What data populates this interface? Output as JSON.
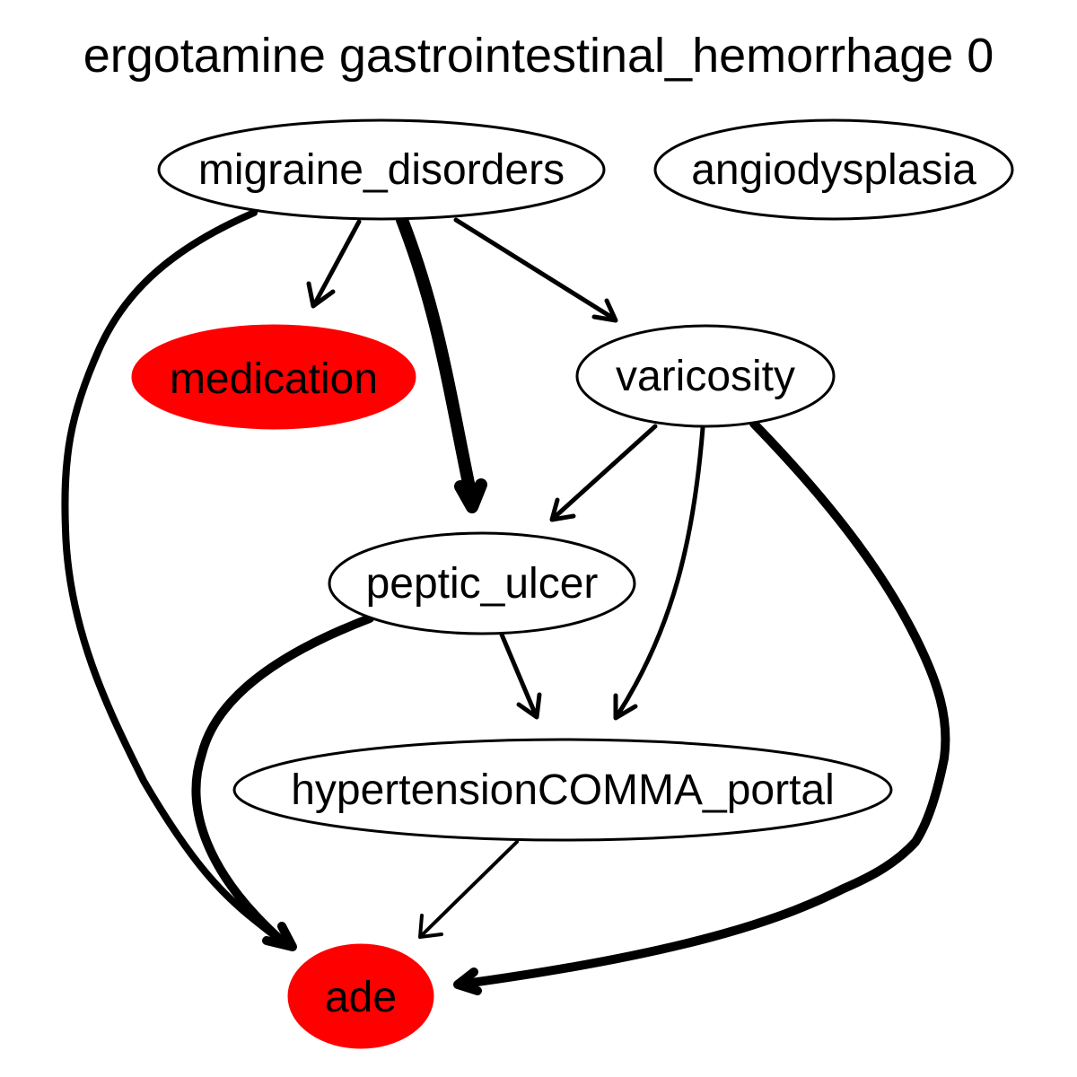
{
  "diagram": {
    "title": "ergotamine gastrointestinal_hemorrhage 0",
    "nodes": [
      {
        "id": "migraine_disorders",
        "label": "migraine_disorders",
        "fill": "#ffffff"
      },
      {
        "id": "angiodysplasia",
        "label": "angiodysplasia",
        "fill": "#ffffff"
      },
      {
        "id": "medication",
        "label": "medication",
        "fill": "#ff0000"
      },
      {
        "id": "varicosity",
        "label": "varicosity",
        "fill": "#ffffff"
      },
      {
        "id": "peptic_ulcer",
        "label": "peptic_ulcer",
        "fill": "#ffffff"
      },
      {
        "id": "hypertension_portal",
        "label": "hypertensionCOMMA_portal",
        "fill": "#ffffff"
      },
      {
        "id": "ade",
        "label": "ade",
        "fill": "#ff0000"
      }
    ],
    "edges": [
      {
        "from": "migraine_disorders",
        "to": "medication",
        "weight": "normal"
      },
      {
        "from": "migraine_disorders",
        "to": "peptic_ulcer",
        "weight": "heavy"
      },
      {
        "from": "migraine_disorders",
        "to": "varicosity",
        "weight": "normal"
      },
      {
        "from": "migraine_disorders",
        "to": "ade",
        "weight": "medium"
      },
      {
        "from": "varicosity",
        "to": "peptic_ulcer",
        "weight": "normal"
      },
      {
        "from": "varicosity",
        "to": "hypertension_portal",
        "weight": "normal"
      },
      {
        "from": "varicosity",
        "to": "ade",
        "weight": "medium"
      },
      {
        "from": "peptic_ulcer",
        "to": "hypertension_portal",
        "weight": "normal"
      },
      {
        "from": "peptic_ulcer",
        "to": "ade",
        "weight": "medium"
      },
      {
        "from": "hypertension_portal",
        "to": "ade",
        "weight": "normal"
      }
    ]
  }
}
